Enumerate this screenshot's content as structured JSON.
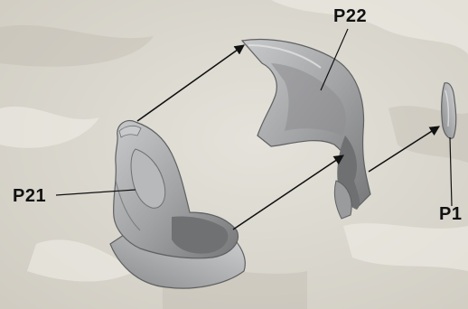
{
  "diagram": {
    "labels": {
      "p22": "P22",
      "p21": "P21",
      "p1": "P1"
    },
    "colors": {
      "background": "#d9d6cd",
      "part_fill": "#a9aaab",
      "part_shadow": "#6f7072",
      "part_highlight": "#d3d4d5",
      "arrow": "#111111"
    }
  }
}
